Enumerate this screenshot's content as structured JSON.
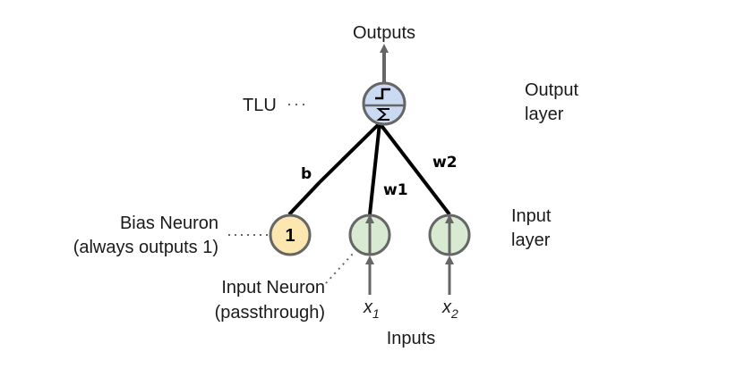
{
  "labels": {
    "outputs": "Outputs",
    "tlu": "TLU",
    "output_layer_line1": "Output",
    "output_layer_line2": "layer",
    "input_layer_line1": "Input",
    "input_layer_line2": "layer",
    "bias_neuron_line1": "Bias Neuron",
    "bias_neuron_line2": "(always outputs 1)",
    "input_neuron_line1": "Input Neuron",
    "input_neuron_line2": "(passthrough)",
    "inputs": "Inputs"
  },
  "weights": {
    "bias": "b",
    "w1": "w1",
    "w2": "w2"
  },
  "bias_value": "1",
  "inputs": {
    "x1_base": "x",
    "x1_sub": "1",
    "x2_base": "x",
    "x2_sub": "2"
  },
  "colors": {
    "tlu_fill": "#c9daf2",
    "bias_fill": "#fde7b0",
    "input_fill": "#d9ead3",
    "node_stroke": "#666666",
    "edge": "#000000",
    "arrow": "#666666"
  },
  "icons": {
    "tlu_symbol": "step-function-and-sigma-icon"
  }
}
